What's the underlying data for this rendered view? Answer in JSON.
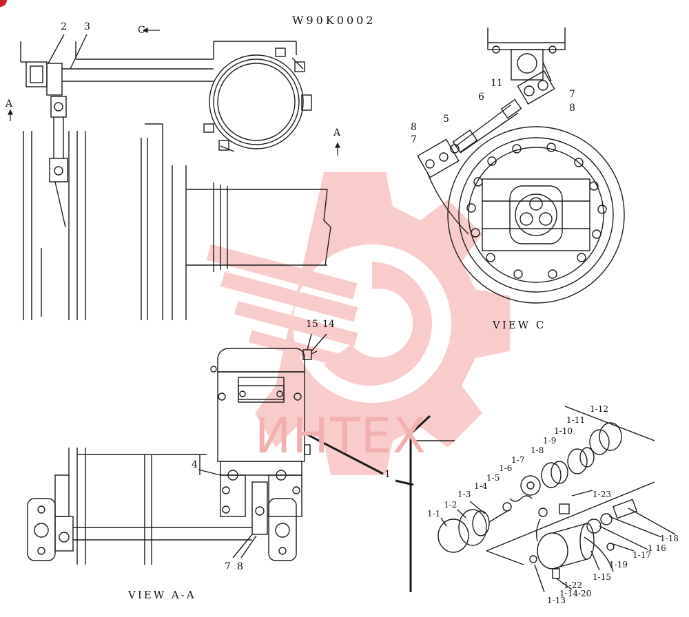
{
  "drawing_code": "W90K0002",
  "views": {
    "c": "VIEW C",
    "aa": "VIEW A-A"
  },
  "markers": {
    "c_arrow": "C",
    "a_left": "A",
    "a_mid": "A"
  },
  "labels": {
    "p2": "2",
    "p3": "3",
    "p4": "4",
    "p1": "1",
    "p5": "5",
    "p6": "6",
    "p11": "11",
    "p7a": "7",
    "p8a": "8",
    "p7b": "7",
    "p8b": "8",
    "p15": "15",
    "p14": "14",
    "p7c": "7",
    "p8c": "8",
    "s1_1": "1-1",
    "s1_2": "1-2",
    "s1_3": "1-3",
    "s1_4": "1-4",
    "s1_5": "1-5",
    "s1_6": "1-6",
    "s1_7": "1-7",
    "s1_8": "1-8",
    "s1_9": "1-9",
    "s1_10": "1-10",
    "s1_11": "1-11",
    "s1_12": "1-12",
    "s1_13": "1-13",
    "s1_14_20": "1-14-20",
    "s1_15": "1-15",
    "s1_16": "1 16",
    "s1_17": "1-17",
    "s1_18": "1-18",
    "s1_19": "1-19",
    "s1_22": "1-22",
    "s1_23": "1-23"
  },
  "watermark": {
    "text": "ИНТЕХ",
    "color": "#f2b0b0"
  },
  "colors": {
    "ink": "#1a1a1a",
    "watermark_gear": "#f5a3a3",
    "corner_badge": "#d21f2c"
  }
}
